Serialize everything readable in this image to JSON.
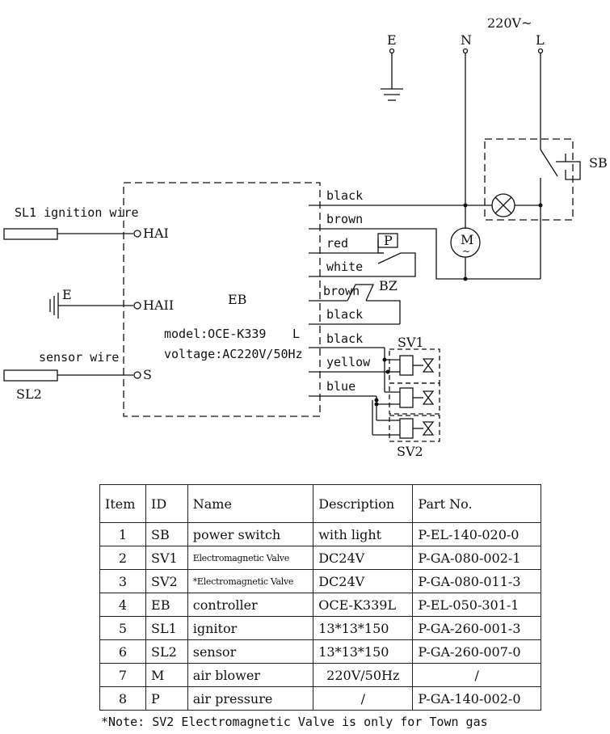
{
  "power": {
    "supply": "220V~",
    "terminal_e": "E",
    "terminal_n": "N",
    "terminal_l": "L",
    "switch": "SB"
  },
  "controller": {
    "name": "EB",
    "model": "model:OCE-K339",
    "model_suffix": "L",
    "voltage": "voltage:AC220V/50Hz",
    "inputs": {
      "hai": "HAI",
      "haii": "HAII",
      "s": "S"
    }
  },
  "left_wires": {
    "ignition": "SL1  ignition wire",
    "sl1": "SL1",
    "earth": "E",
    "sensor": "sensor wire",
    "sl2": "SL2"
  },
  "wires": [
    "black",
    "brown",
    "red",
    "white",
    "brown",
    "black",
    "black",
    "yellow",
    "blue"
  ],
  "components": {
    "motor": "M",
    "motor_sub": "~",
    "pressure": "P",
    "buzzer": "BZ",
    "sv1": "SV1",
    "sv2": "SV2"
  },
  "table": {
    "headers": [
      "Item",
      "ID",
      "Name",
      "Description",
      "Part No."
    ],
    "rows": [
      [
        "1",
        "SB",
        "power switch",
        "with light",
        "P-EL-140-020-0"
      ],
      [
        "2",
        "SV1",
        "Electromagnetic Valve",
        "DC24V",
        "P-GA-080-002-1"
      ],
      [
        "3",
        "SV2",
        "*Electromagnetic Valve",
        "DC24V",
        "P-GA-080-011-3"
      ],
      [
        "4",
        "EB",
        "controller",
        "OCE-K339L",
        "P-EL-050-301-1"
      ],
      [
        "5",
        "SL1",
        "ignitor",
        "13*13*150",
        "P-GA-260-001-3"
      ],
      [
        "6",
        "SL2",
        "sensor",
        "13*13*150",
        "P-GA-260-007-0"
      ],
      [
        "7",
        "M",
        "air blower",
        "220V/50Hz",
        "/"
      ],
      [
        "8",
        "P",
        "air pressure",
        "/",
        "P-GA-140-002-0"
      ]
    ]
  },
  "note": "*Note: SV2 Electromagnetic Valve is only for Town gas"
}
